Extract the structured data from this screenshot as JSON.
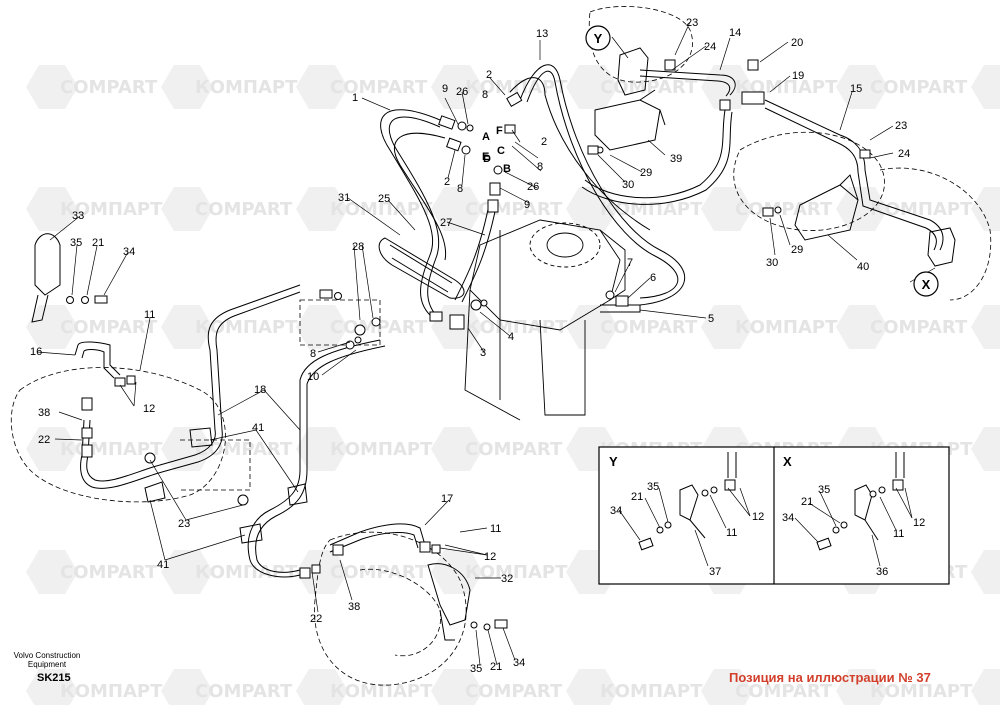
{
  "watermark": {
    "text_latin": "COMPART",
    "text_cyrillic": "КОМПАРТ"
  },
  "title_block": {
    "manufacturer": "Volvo Construction Equipment",
    "model": "SK215"
  },
  "position_note": "Позиция на иллюстрации № 37",
  "view_markers": [
    "Y",
    "X"
  ],
  "connector_letters": [
    "A",
    "B",
    "C",
    "D",
    "E",
    "F"
  ],
  "detail_views": [
    {
      "view": "Y",
      "callouts": [
        "35",
        "21",
        "34",
        "11",
        "12",
        "37"
      ]
    },
    {
      "view": "X",
      "callouts": [
        "35",
        "21",
        "34",
        "11",
        "12",
        "36"
      ]
    }
  ],
  "callouts": [
    "1",
    "2",
    "3",
    "4",
    "5",
    "6",
    "7",
    "8",
    "9",
    "10",
    "11",
    "12",
    "13",
    "14",
    "15",
    "16",
    "17",
    "18",
    "19",
    "20",
    "21",
    "22",
    "23",
    "24",
    "25",
    "26",
    "27",
    "28",
    "29",
    "30",
    "31",
    "32",
    "33",
    "34",
    "35",
    "36",
    "37",
    "38",
    "39",
    "40",
    "41"
  ],
  "colors": {
    "line": "#000000",
    "watermark": "#e4e4e4",
    "note": "#d2402c"
  }
}
